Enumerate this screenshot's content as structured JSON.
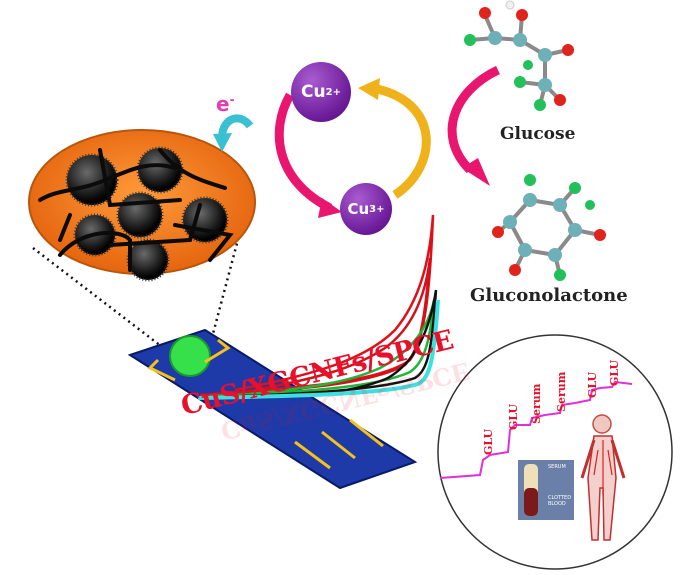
{
  "ions": {
    "cu2_base": "Cu",
    "cu2_charge": "2+",
    "cu3_base": "Cu",
    "cu3_charge": "3+"
  },
  "electron": {
    "base": "e",
    "charge": "-"
  },
  "molecules": {
    "glucose": "Glucose",
    "gluconolactone": "Gluconolactone"
  },
  "electrode": {
    "label": "CuS/XGCNFs/SPCE"
  },
  "inset": {
    "peak_labels": [
      "GLU",
      "GLU",
      "Serum",
      "Serum",
      "GLU",
      "GLU"
    ],
    "tube_top_label": "SERUM",
    "tube_bottom_label": "CLOTTED BLOOD"
  },
  "colors": {
    "ion": "#6b1a98",
    "arrow_pink": "#e8166e",
    "arrow_yellow": "#f0b21a",
    "arrow_cyan": "#39c0d2",
    "disk": "#f07a1a",
    "electrode": "#1e3aa8",
    "label_red": "#e8102a",
    "trace": "#e030d8"
  }
}
